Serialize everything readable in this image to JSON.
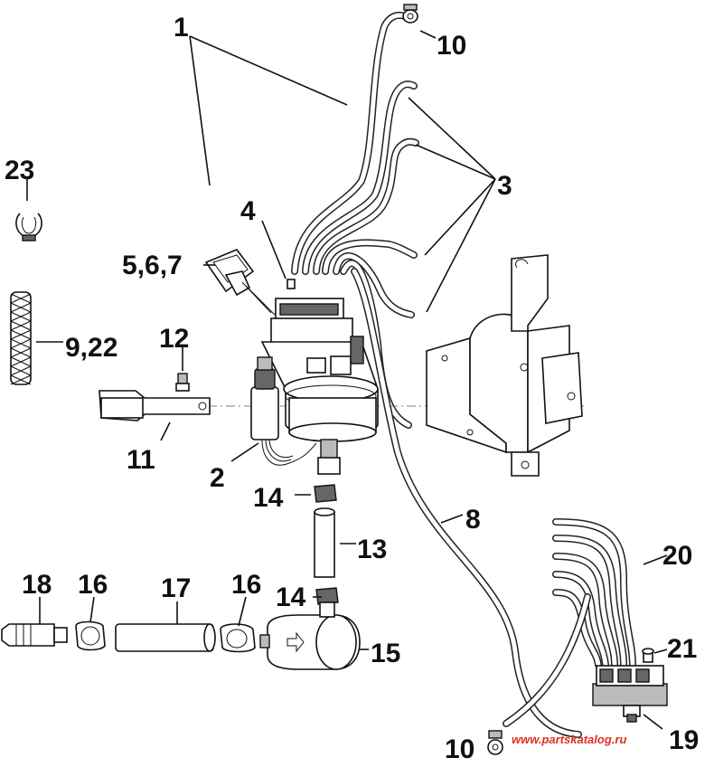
{
  "diagram": {
    "callouts": [
      {
        "id": "c1",
        "text": "1"
      },
      {
        "id": "c10a",
        "text": "10"
      },
      {
        "id": "c3",
        "text": "3"
      },
      {
        "id": "c23",
        "text": "23"
      },
      {
        "id": "c4",
        "text": "4"
      },
      {
        "id": "c567",
        "text": "5,6,7"
      },
      {
        "id": "c922",
        "text": "9,22"
      },
      {
        "id": "c12",
        "text": "12"
      },
      {
        "id": "c11",
        "text": "11"
      },
      {
        "id": "c2",
        "text": "2"
      },
      {
        "id": "c14a",
        "text": "14"
      },
      {
        "id": "c8",
        "text": "8"
      },
      {
        "id": "c13",
        "text": "13"
      },
      {
        "id": "c20",
        "text": "20"
      },
      {
        "id": "c18",
        "text": "18"
      },
      {
        "id": "c16a",
        "text": "16"
      },
      {
        "id": "c17",
        "text": "17"
      },
      {
        "id": "c16b",
        "text": "16"
      },
      {
        "id": "c14b",
        "text": "14"
      },
      {
        "id": "c15",
        "text": "15"
      },
      {
        "id": "c21",
        "text": "21"
      },
      {
        "id": "c10b",
        "text": "10"
      },
      {
        "id": "c19",
        "text": "19"
      }
    ],
    "watermark": "www.partskatalog.ru",
    "colors": {
      "ink": "#111111",
      "watermark": "#e0301e",
      "background": "#ffffff"
    }
  }
}
